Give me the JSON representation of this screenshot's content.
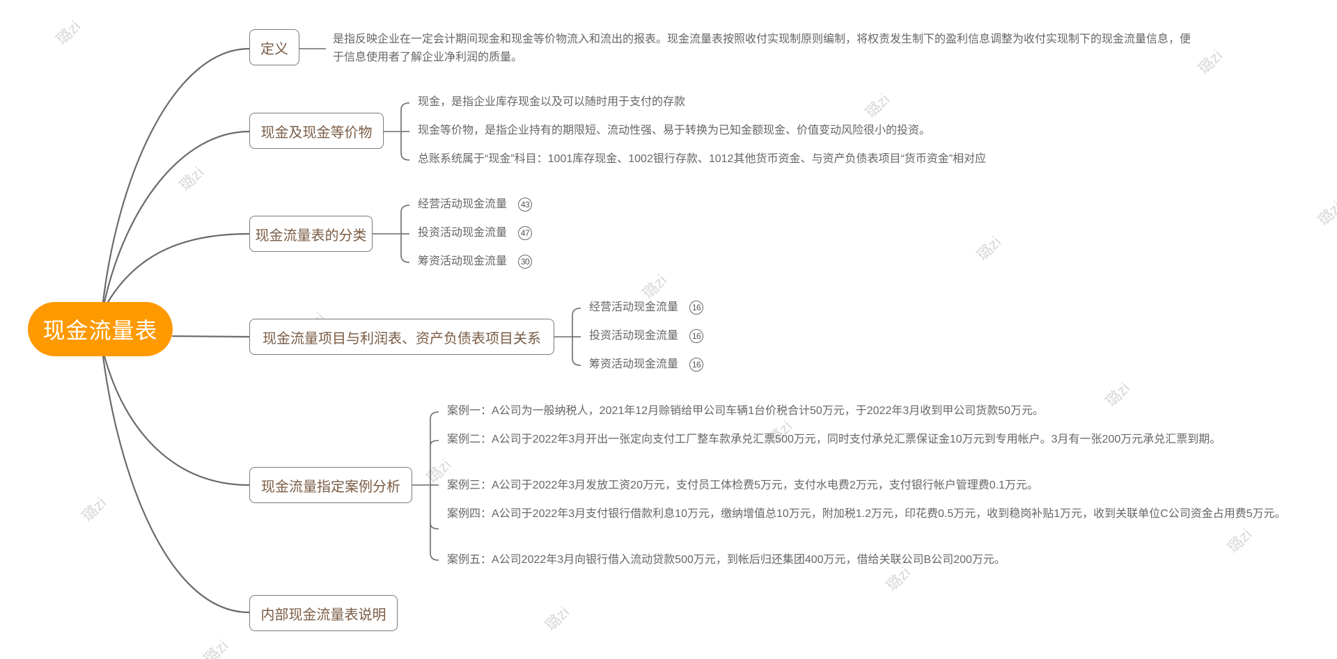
{
  "root": {
    "label": "现金流量表",
    "color": "#ff9900"
  },
  "watermark": "璐zi",
  "branches": [
    {
      "label": "定义",
      "leaves": [
        {
          "text": "是指反映企业在一定会计期间现金和现金等价物流入和流出的报表。现金流量表按照收付实现制原则编制，将权责发生制下的盈利信息调整为收付实现制下的现金流量信息，便于信息使用者了解企业净利润的质量。"
        }
      ]
    },
    {
      "label": "现金及现金等价物",
      "leaves": [
        {
          "text": "现金，是指企业库存现金以及可以随时用于支付的存款"
        },
        {
          "text": "现金等价物，是指企业持有的期限短、流动性强、易于转换为已知金额现金、价值变动风险很小的投资。"
        },
        {
          "text": "总账系统属于“现金”科目：1001库存现金、1002银行存款、1012其他货币资金、与资产负债表项目“货币资金”相对应"
        }
      ]
    },
    {
      "label": "现金流量表的分类",
      "leaves": [
        {
          "text": "经营活动现金流量",
          "badge": "43"
        },
        {
          "text": "投资活动现金流量",
          "badge": "47"
        },
        {
          "text": "筹资活动现金流量",
          "badge": "30"
        }
      ]
    },
    {
      "label": "现金流量项目与利润表、资产负债表项目关系",
      "leaves": [
        {
          "text": "经营活动现金流量",
          "badge": "16"
        },
        {
          "text": "投资活动现金流量",
          "badge": "16"
        },
        {
          "text": "筹资活动现金流量",
          "badge": "16"
        }
      ]
    },
    {
      "label": "现金流量指定案例分析",
      "leaves": [
        {
          "text": "案例一：A公司为一般纳税人，2021年12月赊销给甲公司车辆1台价税合计50万元，于2022年3月收到甲公司货款50万元。"
        },
        {
          "text": "案例二：A公司于2022年3月开出一张定向支付工厂整车款承兑汇票500万元，同时支付承兑汇票保证金10万元到专用帐户。3月有一张200万元承兑汇票到期。"
        },
        {
          "text": "案例三：A公司于2022年3月发放工资20万元，支付员工体检费5万元，支付水电费2万元，支付银行帐户管理费0.1万元。"
        },
        {
          "text": "案例四：A公司于2022年3月支付银行借款利息10万元，缴纳增值总10万元，附加税1.2万元，印花费0.5万元，收到稳岗补贴1万元，收到关联单位C公司资金占用费5万元。"
        },
        {
          "text": "案例五：A公司2022年3月向银行借入流动贷款500万元，到帐后归还集团400万元，借给关联公司B公司200万元。"
        }
      ]
    },
    {
      "label": "内部现金流量表说明",
      "leaves": []
    }
  ]
}
